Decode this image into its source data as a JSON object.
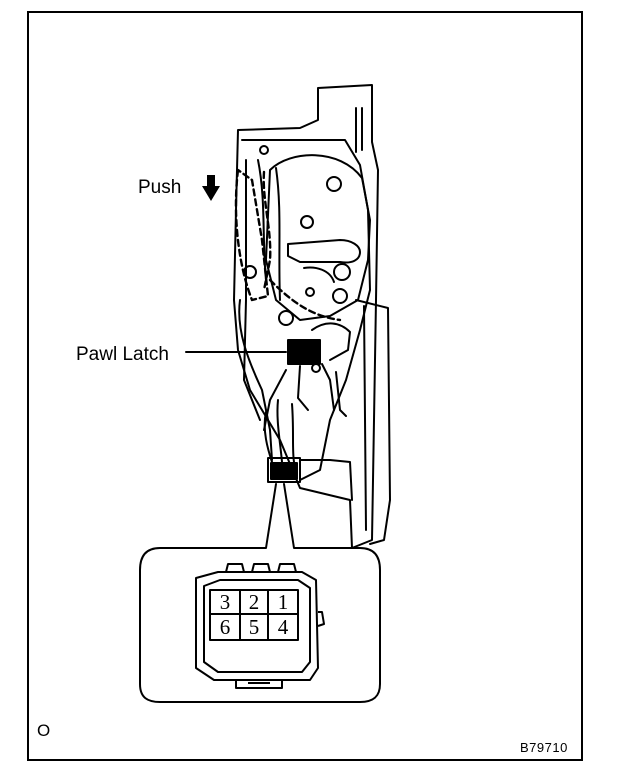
{
  "labels": {
    "push": "Push",
    "pawl_latch": "Pawl Latch",
    "corner_mark": "O",
    "figure_code": "B79710"
  },
  "connector": {
    "top_row": [
      "3",
      "2",
      "1"
    ],
    "bottom_row": [
      "6",
      "5",
      "4"
    ]
  },
  "icons": {
    "push_arrow": "arrow-down-icon"
  }
}
